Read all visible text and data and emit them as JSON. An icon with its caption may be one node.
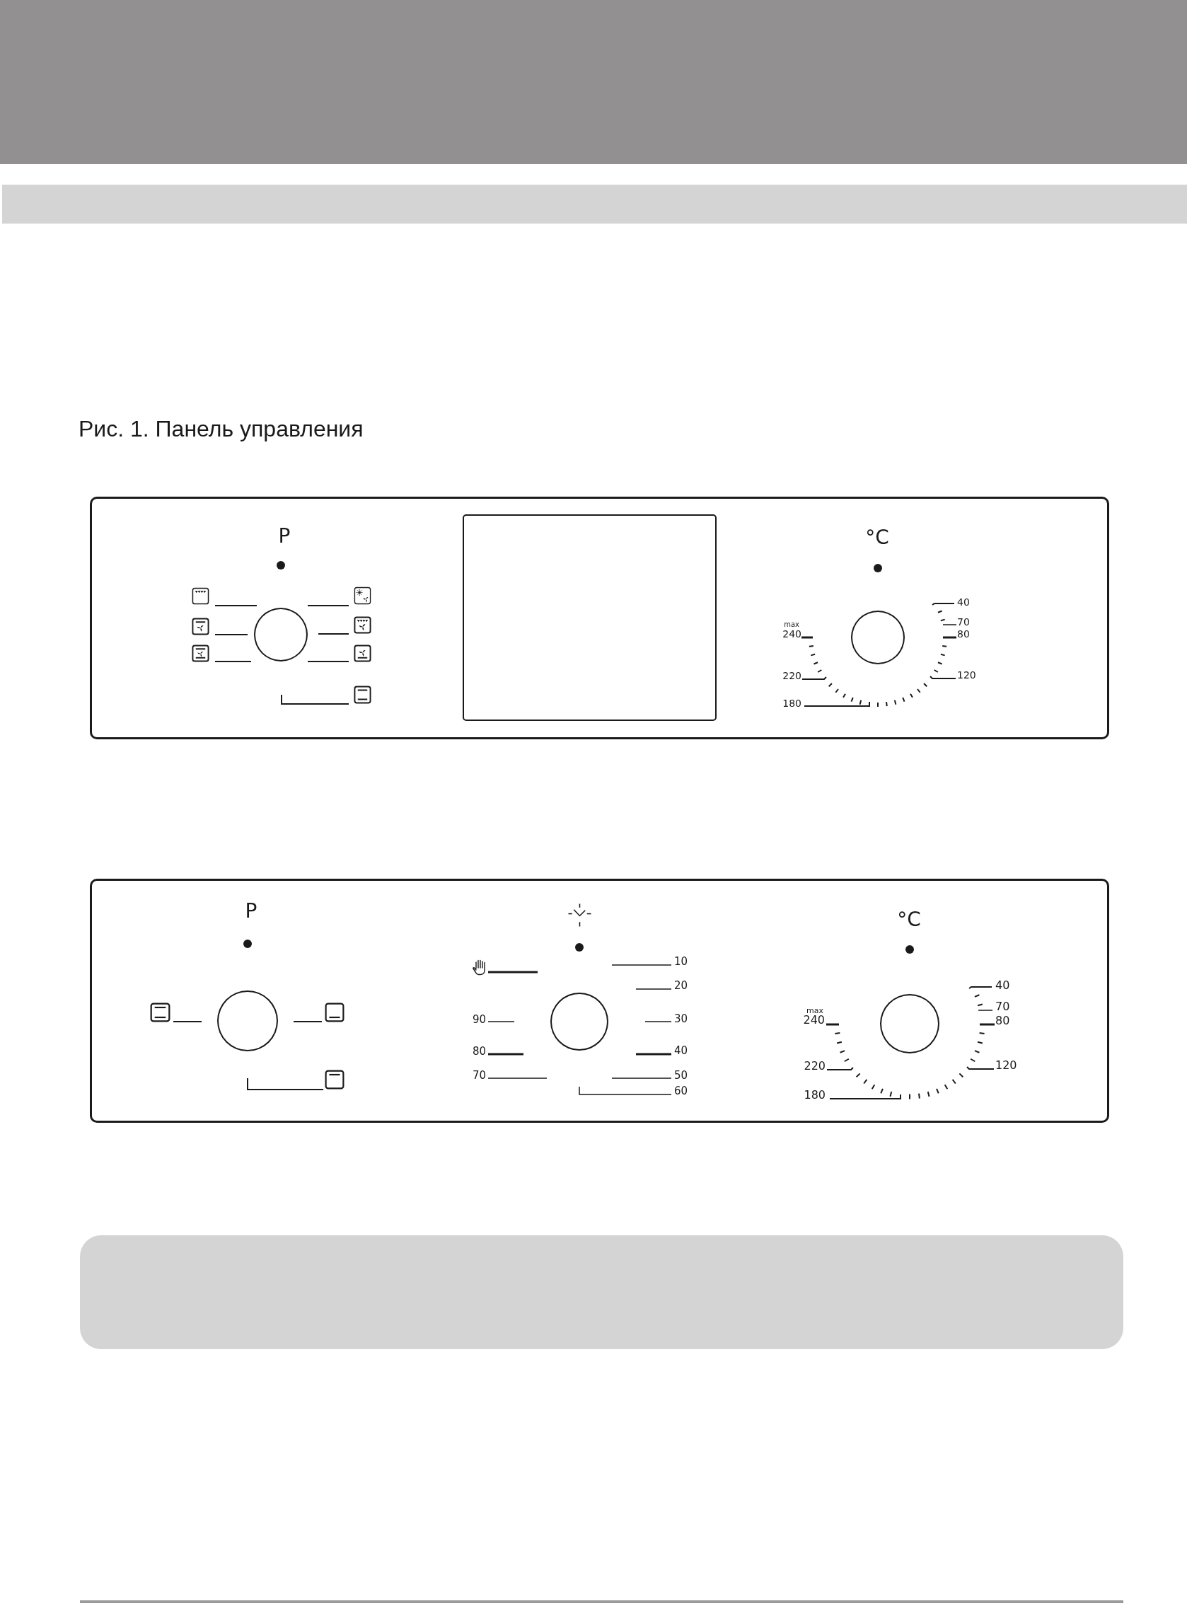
{
  "diagram": {
    "caption": "Рис. 1. Панель управления",
    "nodes": [
      {
        "text": [],
        "shape": "bar"
      },
      {
        "text": [],
        "shape": "box"
      },
      {
        "text": [],
        "shape": "circle",
        "in": 1,
        "beside": [
          "P"
        ]
      },
      {
        "text": [],
        "shape": "box",
        "in": 1
      },
      {
        "text": [],
        "shape": "circle",
        "in": 1,
        "beside": [
          "°C",
          "40",
          "70",
          "max",
          "240",
          "80",
          "220",
          "120",
          "180"
        ]
      },
      {
        "text": [],
        "shape": "box"
      },
      {
        "text": [],
        "shape": "circle",
        "in": 5,
        "beside": [
          "P"
        ]
      },
      {
        "text": [],
        "shape": "circle",
        "in": 5,
        "beside": [
          "10",
          "20",
          "90",
          "30",
          "80",
          "40",
          "70",
          "50",
          "60"
        ]
      },
      {
        "text": [],
        "shape": "circle",
        "in": 5,
        "beside": [
          "°C",
          "40",
          "70",
          "max",
          "240",
          "80",
          "220",
          "120",
          "180"
        ]
      }
    ]
  }
}
